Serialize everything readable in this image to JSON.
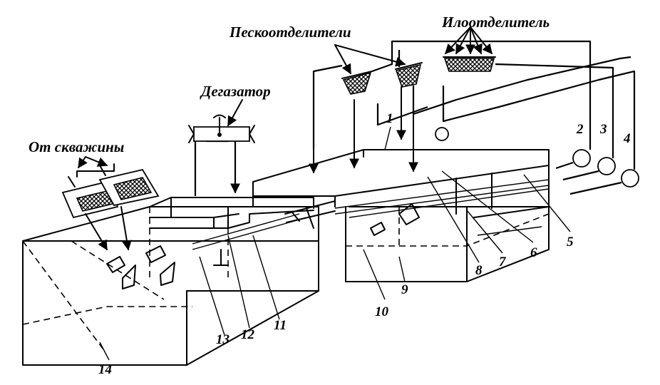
{
  "labels": {
    "sand_separators": "Пескоотделители",
    "silt_separator": "Илоотделитель",
    "degasser": "Дегазатор",
    "from_well": "От скважины"
  },
  "numbers": [
    "1",
    "2",
    "3",
    "4",
    "5",
    "6",
    "7",
    "8",
    "9",
    "10",
    "11",
    "12",
    "13",
    "14"
  ]
}
